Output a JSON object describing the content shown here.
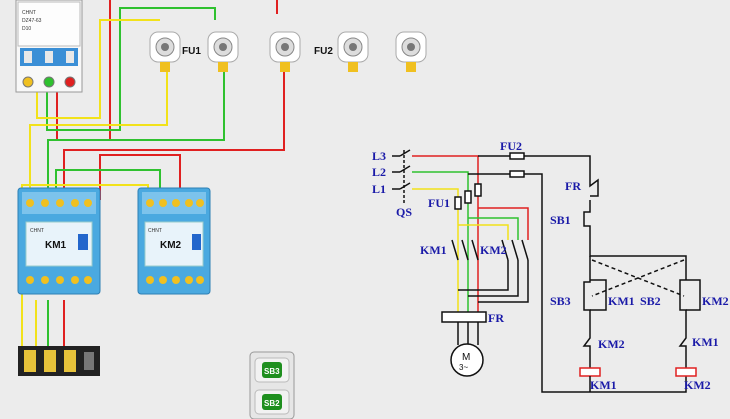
{
  "breaker": {
    "brand": "CHNT",
    "model": "DZ47-63",
    "rating": "D10"
  },
  "fuse_labels": {
    "fu1": "FU1",
    "fu2": "FU2"
  },
  "contactors": [
    {
      "brand": "CHNT",
      "label": "KM1"
    },
    {
      "brand": "CHNT",
      "label": "KM2"
    }
  ],
  "buttons": {
    "sb3": "SB3",
    "sb2": "SB2"
  },
  "schematic": {
    "phases": [
      "L3",
      "L2",
      "L1"
    ],
    "qs": "QS",
    "fu1": "FU1",
    "fu2": "FU2",
    "km1_main": "KM1",
    "km2_main": "KM2",
    "fr_heater": "FR",
    "motor_top": "M",
    "motor_bottom": "3~",
    "fr_contact": "FR",
    "sb1": "SB1",
    "sb3": "SB3",
    "km1_hold": "KM1",
    "sb2": "SB2",
    "km2_hold": "KM2",
    "km2_interlock": "KM2",
    "km1_interlock": "KM1",
    "km1_coil": "KM1",
    "km2_coil": "KM2"
  },
  "colors": {
    "red": "#e02020",
    "green": "#2fc12f",
    "yellow": "#f2e21a",
    "label_blue": "#1a1aa8",
    "device_blue": "#4aa9e0"
  }
}
